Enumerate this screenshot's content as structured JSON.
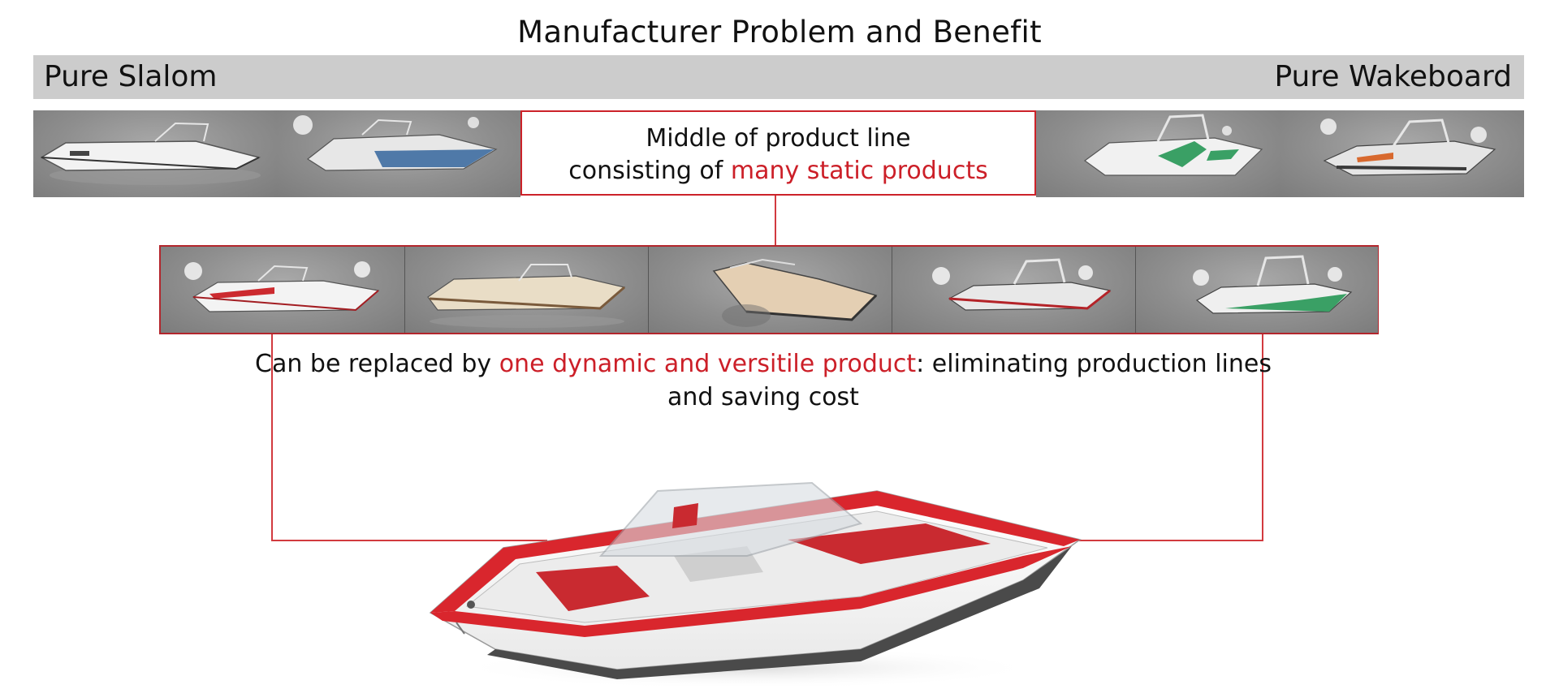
{
  "title": "Manufacturer Problem and Benefit",
  "spectrum": {
    "left_label": "Pure Slalom",
    "right_label": "Pure Wakeboard"
  },
  "middle_box": {
    "line1": "Middle of product line",
    "line2_plain": "consisting of ",
    "line2_highlight": "many static products"
  },
  "description": {
    "part1": "Can be replaced by ",
    "highlight": "one dynamic and versitile product",
    "part2": ": eliminating production lines and saving cost"
  },
  "colors": {
    "accent_red": "#cc1f28",
    "band_gray": "#cccccc",
    "tile_gray": "#8e8e8e"
  },
  "images": {
    "top_left": [
      "boat-photo-slalom-white",
      "boat-photo-blue"
    ],
    "top_right": [
      "boat-photo-tower-green",
      "boat-photo-tower-orange"
    ],
    "middle_row": [
      "boat-photo-red-white",
      "boat-photo-tan",
      "boat-photo-tan-sport",
      "boat-photo-tower-red",
      "boat-photo-tower-green-2"
    ],
    "hero": "boat-render-red-white"
  }
}
